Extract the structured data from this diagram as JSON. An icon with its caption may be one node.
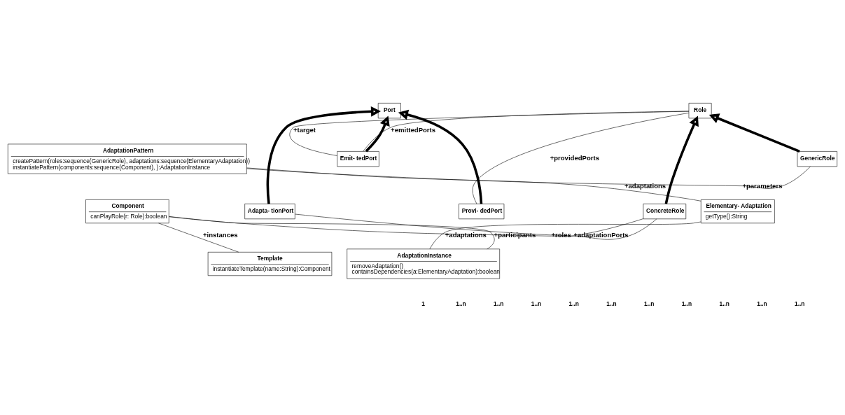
{
  "diagram": {
    "nodes": [
      {
        "text": [
          "AdaptationPattern",
          "createPattern(roles:sequence(GenericRole), adaptations:sequence(ElementaryAdaptation))",
          "instantiatePattern(components:sequence(Component), ):AdaptationInstance"
        ]
      },
      {
        "text": [
          "Role"
        ]
      },
      {
        "text": [
          "Port"
        ]
      },
      {
        "text": [
          "GenericRole"
        ]
      },
      {
        "text": [
          "Emit- tedPort"
        ]
      },
      {
        "text": [
          "Elementary- Adaptation",
          "getType():String"
        ]
      },
      {
        "text": [
          "Component",
          "canPlayRole(r: Role):boolean"
        ]
      },
      {
        "text": [
          "ConcreteRole"
        ]
      },
      {
        "text": [
          "Provi- dedPort"
        ]
      },
      {
        "text": [
          "Adapta- tionPort"
        ]
      },
      {
        "text": [
          "AdaptationInstance",
          "removeAdaptation()",
          "containsDependencies(a:ElementaryAdaptation):boolean"
        ]
      },
      {
        "text": [
          "Template",
          "instantiateTemplate(name:String):Component"
        ]
      }
    ],
    "edges": [
      {
        "from": 0,
        "to": 3,
        "arrow": "none",
        "label": "+parameters"
      },
      {
        "from": 0,
        "to": 5,
        "arrow": "none",
        "label": "+adaptations"
      },
      {
        "from": 5,
        "to": 10,
        "arrow": "none",
        "label": "+adaptations"
      },
      {
        "from": 10,
        "to": 6,
        "arrow": "none",
        "label": "+participants"
      },
      {
        "from": 6,
        "to": 7,
        "arrow": "none",
        "label": "+roles"
      },
      {
        "from": 6,
        "to": 11,
        "arrow": "none",
        "label": "+instances"
      },
      {
        "from": 3,
        "to": 1,
        "arrow": "to",
        "style": "thick"
      },
      {
        "from": 7,
        "to": 1,
        "arrow": "to",
        "style": "thick"
      },
      {
        "from": 1,
        "to": 4,
        "arrow": "none",
        "label": "+target"
      },
      {
        "from": 1,
        "to": 4,
        "arrow": "none",
        "label": "+emittedPorts"
      },
      {
        "from": 1,
        "to": 8,
        "arrow": "none",
        "label": "+providedPorts"
      },
      {
        "from": 7,
        "to": 9,
        "arrow": "none",
        "label": "+adaptationPorts"
      },
      {
        "from": 4,
        "to": 2,
        "arrow": "to",
        "style": "thick"
      },
      {
        "from": 8,
        "to": 2,
        "arrow": "to",
        "style": "thick"
      },
      {
        "from": 9,
        "to": 2,
        "arrow": "to",
        "style": "thick"
      }
    ],
    "labels": [
      "1",
      "1..n",
      "1..n",
      "1..n",
      "1..n",
      "1..n",
      "1..n",
      "1..n",
      "1..n",
      "1..n",
      "1..n"
    ]
  }
}
